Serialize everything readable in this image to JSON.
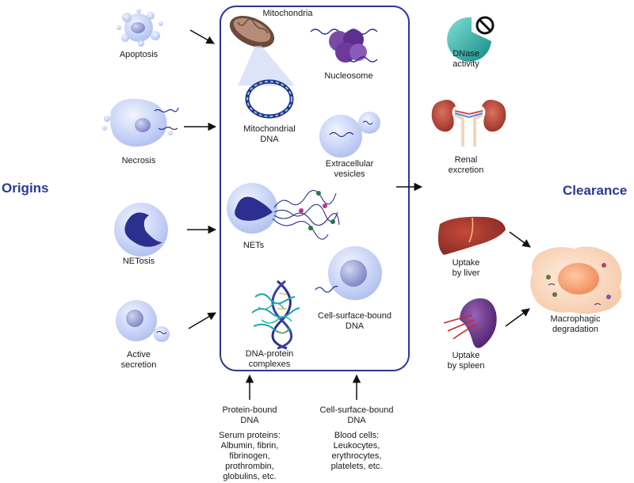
{
  "headings": {
    "origins": "Origins",
    "clearance": "Clearance"
  },
  "origins": {
    "apoptosis": "Apoptosis",
    "necrosis": "Necrosis",
    "netosis": "NETosis",
    "active_secretion": [
      "Active",
      "secretion"
    ]
  },
  "forms": {
    "mitochondria": "Mitochondria",
    "mitochondrial_dna": [
      "Mitochondrial",
      "DNA"
    ],
    "nucleosome": "Nucleosome",
    "extracellular_vesicles": [
      "Extracellular",
      "vesicles"
    ],
    "nets": "NETs",
    "dna_protein_complexes": [
      "DNA-protein",
      "complexes"
    ],
    "cell_surface_bound_dna": [
      "Cell-surface-bound",
      "DNA"
    ]
  },
  "binding": {
    "protein_bound": {
      "title": [
        "Protein-bound",
        "DNA"
      ],
      "details": [
        "Serum proteins:",
        "Albumin, fibrin,",
        "fibrinogen,",
        "prothrombin,",
        "globulins, etc."
      ]
    },
    "cell_surface_bound": {
      "title": [
        "Cell-surface-bound",
        "DNA"
      ],
      "details": [
        "Blood cells:",
        "Leukocytes,",
        "erythrocytes,",
        "platelets, etc."
      ]
    }
  },
  "clearance": {
    "dnase": [
      "DNase",
      "activity"
    ],
    "renal": [
      "Renal",
      "excretion"
    ],
    "liver": [
      "Uptake",
      "by liver"
    ],
    "spleen": [
      "Uptake",
      "by spleen"
    ],
    "macrophage": [
      "Macrophagic",
      "degradation"
    ]
  },
  "colors": {
    "heading": "#2b3a8f",
    "box_border": "#2e3592",
    "cell_fill": "#c9d4f5",
    "nucleus": "#2c2f8f",
    "dna": "#2a2f88",
    "liver": "#a8332b",
    "spleen": "#6a2f8a",
    "macrophage": "#f9c9a4"
  }
}
